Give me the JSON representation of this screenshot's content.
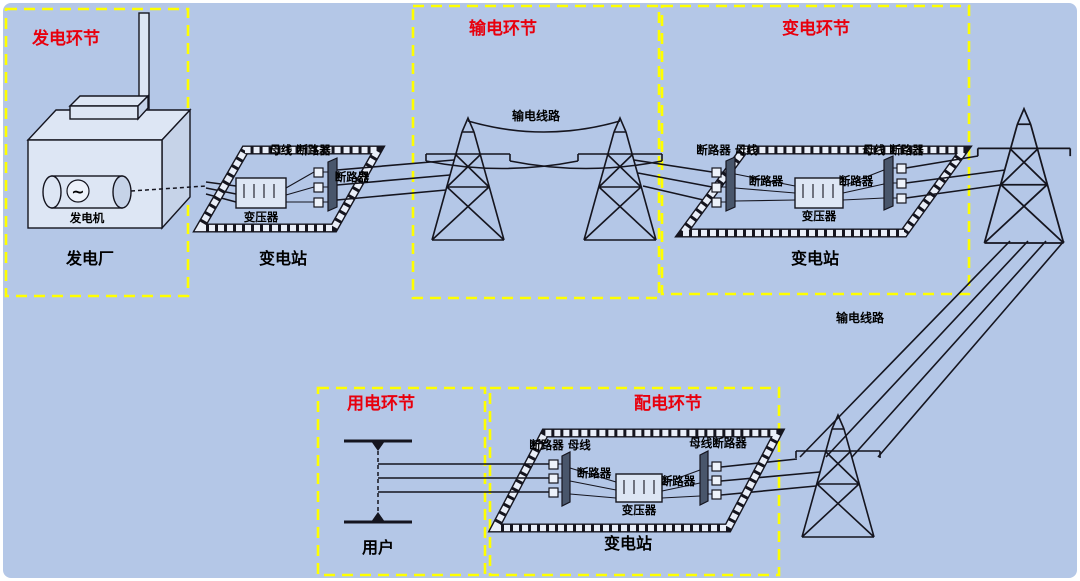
{
  "colors": {
    "background": "#b4c7e7",
    "stage_box": "#ffff00",
    "stage_label": "#e8000d"
  },
  "stages": {
    "generation": {
      "label": "发电环节"
    },
    "transmission": {
      "label": "输电环节"
    },
    "transformation": {
      "label": "变电环节"
    },
    "consumption": {
      "label": "用电环节"
    },
    "distribution": {
      "label": "配电环节"
    }
  },
  "power_plant": {
    "name": "发电厂",
    "generator_label": "发电机"
  },
  "substation_left": {
    "name": "变电站",
    "label_busbar_breaker": "母线 断路器",
    "label_breaker": "断路器",
    "label_transformer": "变压器"
  },
  "line_top": {
    "label": "输电线路"
  },
  "line_right": {
    "label": "输电线路"
  },
  "substation_right": {
    "name": "变电站",
    "label_left_breaker_busbar": "断路器 母线",
    "label_left_breaker": "断路器",
    "label_right_busbar_breaker": "母线 断路器",
    "label_right_breaker": "断路器",
    "label_transformer": "变压器"
  },
  "substation_bottom": {
    "name": "变电站",
    "label_left_breaker_busbar": "断路器 母线",
    "label_left_breaker": "断路器",
    "label_right_busbar_breaker": "母线断路器",
    "label_right_breaker": "断路器",
    "label_transformer": "变压器"
  },
  "consumer": {
    "name": "用户"
  }
}
